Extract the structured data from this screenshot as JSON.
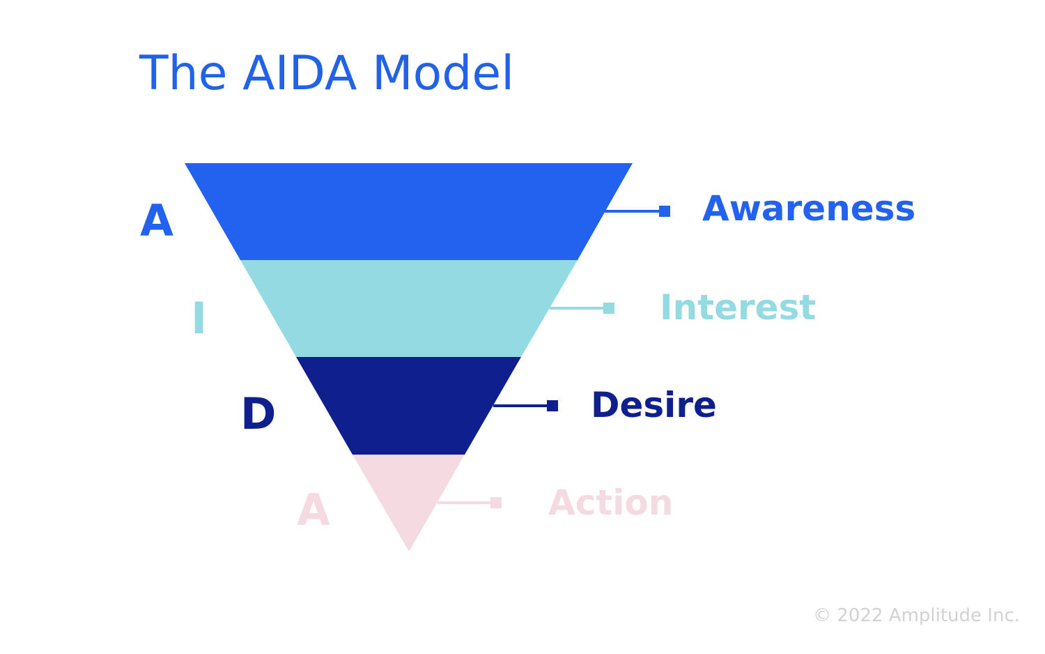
{
  "title": "The AIDA Model",
  "copyright": "© 2022 Amplitude Inc.",
  "stages": [
    {
      "letter": "A",
      "label": "Awareness",
      "color": "#2262ee"
    },
    {
      "letter": "I",
      "label": "Interest",
      "color": "#94dae3"
    },
    {
      "letter": "D",
      "label": "Desire",
      "color": "#0f1f8e"
    },
    {
      "letter": "A",
      "label": "Action",
      "color": "#f5dbe1"
    }
  ],
  "colors": {
    "title": "#2262e8",
    "copyright": "#d2d2d2",
    "background": "#ffffff"
  }
}
